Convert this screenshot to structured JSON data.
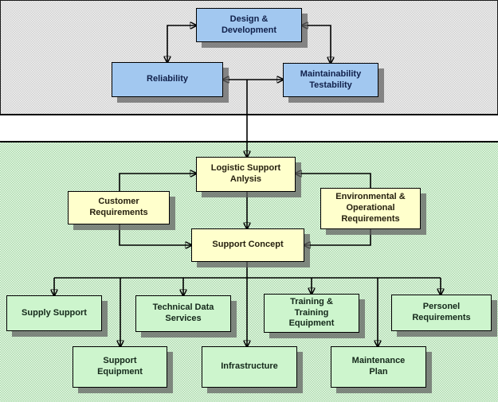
{
  "diagram": {
    "design_band": {
      "nodes": {
        "design_development": {
          "label": "Design &\nDevelopment"
        },
        "reliability": {
          "label": "Reliability"
        },
        "maintainability_testability": {
          "label": "Maintainability\nTestability"
        }
      }
    },
    "logistics_band": {
      "nodes": {
        "logistic_support_analysis": {
          "label": "Logistic Support\nAnlysis"
        },
        "customer_requirements": {
          "label": "Customer\nRequirements"
        },
        "environmental_operational_requirements": {
          "label": "Environmental &\nOperational\nRequirements"
        },
        "support_concept": {
          "label": "Support Concept"
        },
        "supply_support": {
          "label": "Supply Support"
        },
        "technical_data_services": {
          "label": "Technical Data\nServices"
        },
        "training_training_equipment": {
          "label": "Training &\nTraining\nEquipment"
        },
        "personel_requirements": {
          "label": "Personel\nRequirements"
        },
        "support_equipment": {
          "label": "Support\nEquipment"
        },
        "infrastructure": {
          "label": "Infrastructure"
        },
        "maintenance_plan": {
          "label": "Maintenance\nPlan"
        }
      }
    },
    "edges": [
      {
        "from": "reliability",
        "to": "design_development",
        "style": "two_way_elbow"
      },
      {
        "from": "maintainability_testability",
        "to": "design_development",
        "style": "two_way_elbow"
      },
      {
        "from": "reliability",
        "to": "maintainability_testability",
        "style": "two_way"
      },
      {
        "from": "design_band",
        "to": "logistic_support_analysis",
        "style": "down"
      },
      {
        "from": "customer_requirements",
        "to": "logistic_support_analysis",
        "style": "elbow"
      },
      {
        "from": "customer_requirements",
        "to": "support_concept",
        "style": "elbow"
      },
      {
        "from": "environmental_operational_requirements",
        "to": "logistic_support_analysis",
        "style": "elbow"
      },
      {
        "from": "environmental_operational_requirements",
        "to": "support_concept",
        "style": "elbow"
      },
      {
        "from": "logistic_support_analysis",
        "to": "support_concept",
        "style": "down"
      },
      {
        "from": "support_concept",
        "to": "supply_support",
        "style": "branch"
      },
      {
        "from": "support_concept",
        "to": "support_equipment",
        "style": "branch"
      },
      {
        "from": "support_concept",
        "to": "technical_data_services",
        "style": "branch"
      },
      {
        "from": "support_concept",
        "to": "infrastructure",
        "style": "branch"
      },
      {
        "from": "support_concept",
        "to": "training_training_equipment",
        "style": "branch"
      },
      {
        "from": "support_concept",
        "to": "maintenance_plan",
        "style": "branch"
      },
      {
        "from": "support_concept",
        "to": "personel_requirements",
        "style": "branch"
      }
    ],
    "colors": {
      "design_node_fill": "#a2c8f0",
      "logistics_node_fill": "#ffffcc",
      "support_node_fill": "#cdf5cd",
      "top_band_background": "#e0e0e0",
      "bottom_band_background": "#c9ecc9",
      "shadow": "#8f8f8f",
      "connector": "#000000"
    }
  }
}
